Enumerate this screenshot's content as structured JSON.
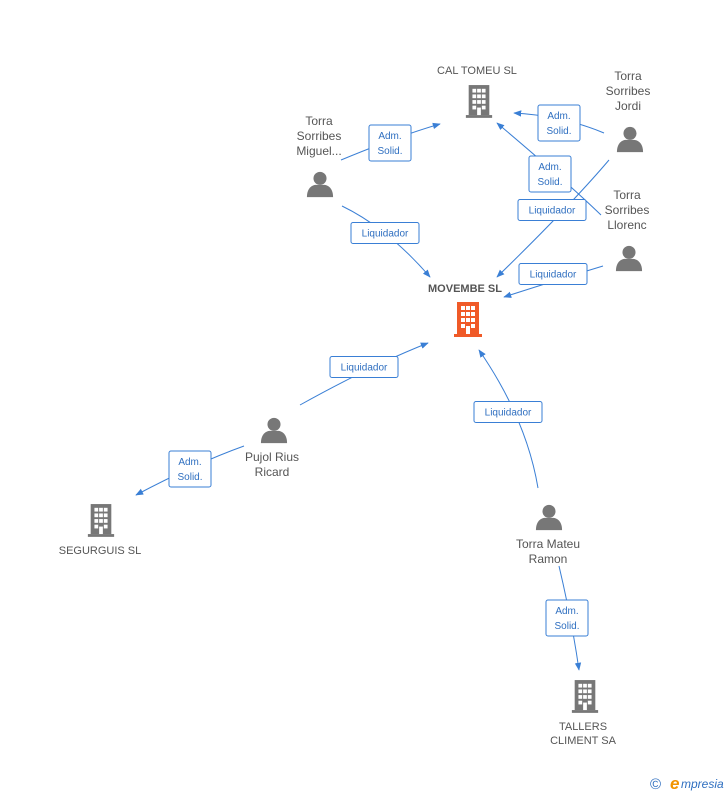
{
  "colors": {
    "edge": "#3a7fd5",
    "node": "#777777",
    "focus_node": "#f05a28",
    "badge_text": "#2f6fc0",
    "label": "#555555",
    "brand_accent": "#f29400"
  },
  "nodes": [
    {
      "id": "movembe",
      "type": "company",
      "focus": true,
      "label_lines": [
        "MOVEMBE SL"
      ],
      "icon": "building-icon"
    },
    {
      "id": "cal_tomeu",
      "type": "company",
      "label_lines": [
        "CAL TOMEU SL"
      ],
      "icon": "building-icon"
    },
    {
      "id": "segurguis",
      "type": "company",
      "label_lines": [
        "SEGURGUIS  SL"
      ],
      "icon": "building-icon"
    },
    {
      "id": "talleres",
      "type": "company",
      "label_lines": [
        "TALLERS",
        "CLIMENT SA"
      ],
      "icon": "building-icon"
    },
    {
      "id": "torra_miguel",
      "type": "person",
      "label_lines": [
        "Torra",
        "Sorribes",
        "Miguel..."
      ],
      "icon": "person-icon"
    },
    {
      "id": "torra_jordi",
      "type": "person",
      "label_lines": [
        "Torra",
        "Sorribes",
        "Jordi"
      ],
      "icon": "person-icon"
    },
    {
      "id": "torra_llorenc",
      "type": "person",
      "label_lines": [
        "Torra",
        "Sorribes",
        "Llorenc"
      ],
      "icon": "person-icon"
    },
    {
      "id": "pujol",
      "type": "person",
      "label_lines": [
        "Pujol Rius",
        "Ricard"
      ],
      "icon": "person-icon"
    },
    {
      "id": "torra_mateu",
      "type": "person",
      "label_lines": [
        "Torra Mateu",
        "Ramon"
      ],
      "icon": "person-icon"
    }
  ],
  "edges": [
    {
      "id": "e1",
      "from": "torra_miguel",
      "to": "cal_tomeu",
      "label_lines": [
        "Adm.",
        "Solid."
      ]
    },
    {
      "id": "e2",
      "from": "torra_miguel",
      "to": "movembe",
      "label_lines": [
        "Liquidador"
      ]
    },
    {
      "id": "e3",
      "from": "torra_jordi",
      "to": "cal_tomeu",
      "label_lines": [
        "Adm.",
        "Solid."
      ]
    },
    {
      "id": "e4",
      "from": "torra_llorenc",
      "to": "cal_tomeu",
      "label_lines": [
        "Adm.",
        "Solid."
      ]
    },
    {
      "id": "e5",
      "from": "torra_jordi",
      "to": "movembe",
      "label_lines": [
        "Liquidador"
      ]
    },
    {
      "id": "e6",
      "from": "torra_llorenc",
      "to": "movembe",
      "label_lines": [
        "Liquidador"
      ]
    },
    {
      "id": "e7",
      "from": "pujol",
      "to": "movembe",
      "label_lines": [
        "Liquidador"
      ]
    },
    {
      "id": "e8",
      "from": "pujol",
      "to": "segurguis",
      "label_lines": [
        "Adm.",
        "Solid."
      ]
    },
    {
      "id": "e9",
      "from": "torra_mateu",
      "to": "movembe",
      "label_lines": [
        "Liquidador"
      ]
    },
    {
      "id": "e10",
      "from": "torra_mateu",
      "to": "talleres",
      "label_lines": [
        "Adm.",
        "Solid."
      ]
    }
  ],
  "brand": {
    "copyright_symbol": "©",
    "name_first_letter": "e",
    "name_rest": "mpresia"
  }
}
